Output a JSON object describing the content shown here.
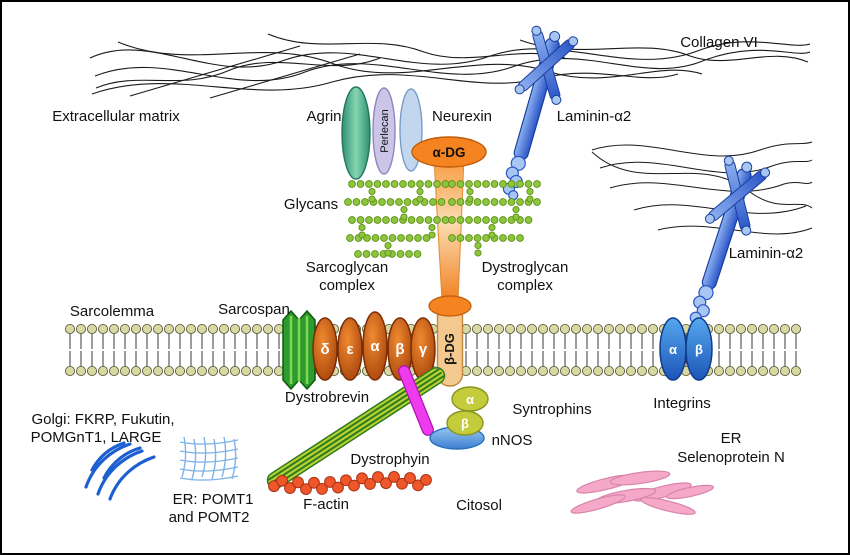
{
  "labels": {
    "collagen_vi": "Collagen VI",
    "extracellular_matrix": "Extracellular matrix",
    "agrin": "Agrin",
    "perlecan": "Perlecan",
    "neurexin": "Neurexin",
    "laminin_a2_top": "Laminin-α2",
    "laminin_a2_right": "Laminin-α2",
    "alpha_dg": "α-DG",
    "glycans": "Glycans",
    "sarcoglycan_l1": "Sarcoglycan",
    "sarcoglycan_l2": "complex",
    "dystroglycan_l1": "Dystroglycan",
    "dystroglycan_l2": "complex",
    "sarcolemma": "Sarcolemma",
    "sarcospan": "Sarcospan",
    "beta_dg": "β-DG",
    "sg": {
      "delta": "δ",
      "epsilon": "ε",
      "alpha": "α",
      "beta": "β",
      "gamma": "γ"
    },
    "dystrobrevin": "Dystrobrevin",
    "syntrophins": "Syntrophins",
    "syn_alpha": "α",
    "syn_beta": "β",
    "nnos": "nNOS",
    "dystrophin": "Dystrophyin",
    "f_actin": "F-actin",
    "cytosol": "Citosol",
    "integrins": "Integrins",
    "int_alpha": "α",
    "int_beta": "β",
    "golgi_l1": "Golgi: FKRP, Fukutin,",
    "golgi_l2": "POMGnT1, LARGE",
    "er_l1": "ER: POMT1",
    "er_l2": "and POMT2",
    "er2_l1": "ER",
    "er2_l2": "Selenoprotein N"
  },
  "colors": {
    "orange": "#F5831F",
    "tan": "#F3C98F",
    "membrane_head": "#D8D9A2",
    "glycan_green": "#8CC63F",
    "sarcospan_green": "#2E9B2E",
    "dystrophin_yellow": "#B8D231",
    "magenta": "#EE3BEE",
    "factin_red": "#EF572B",
    "syntrophin_yellow": "#C3CC3A",
    "perlecan_purple": "#CBC5E8",
    "neurexin_blue": "#C2D6EE",
    "golgi_blue": "#1C5FD0",
    "er_blue": "#7FB3E8",
    "er_pink": "#F5A8C8"
  }
}
